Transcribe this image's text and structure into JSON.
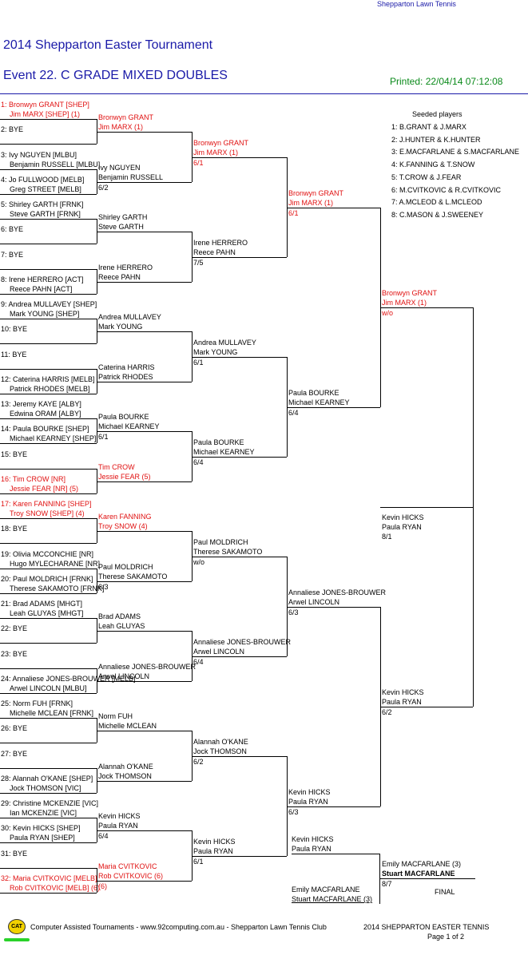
{
  "header": {
    "club_link": "Shepparton Lawn Tennis",
    "tournament_title": "2014 Shepparton Easter Tournament",
    "event_title": "Event 22. C GRADE MIXED DOUBLES",
    "printed": "Printed: 22/04/14 07:12:08"
  },
  "seeded": {
    "heading": "Seeded players",
    "items": [
      "1: B.GRANT & J.MARX",
      "2: J.HUNTER & K.HUNTER",
      "3: E.MACFARLANE & S.MACFARLANE",
      "4: K.FANNING & T.SNOW",
      "5: T.CROW & J.FEAR",
      "6: M.CVITKOVIC & R.CVITKOVIC",
      "7: A.MCLEOD & L.MCLEOD",
      "8: C.MASON & J.SWEENEY"
    ]
  },
  "draw": [
    {
      "a": "1: Bronwyn GRANT [SHEP]",
      "b": "Jim MARX [SHEP] (1)",
      "red": true
    },
    {
      "a": "2: BYE"
    },
    {
      "a": "3: Ivy NGUYEN [MLBU]",
      "b": "Benjamin RUSSELL [MLBU]"
    },
    {
      "a": "4: Jo FULLWOOD [MELB]",
      "b": "Greg STREET [MELB]"
    },
    {
      "a": "5: Shirley GARTH [FRNK]",
      "b": "Steve GARTH [FRNK]"
    },
    {
      "a": "6: BYE"
    },
    {
      "a": "7: BYE"
    },
    {
      "a": "8: Irene HERRERO [ACT]",
      "b": "Reece PAHN [ACT]"
    },
    {
      "a": "9: Andrea MULLAVEY [SHEP]",
      "b": "Mark YOUNG [SHEP]"
    },
    {
      "a": "10: BYE"
    },
    {
      "a": "11: BYE"
    },
    {
      "a": "12: Caterina HARRIS [MELB]",
      "b": "Patrick RHODES [MELB]"
    },
    {
      "a": "13: Jeremy KAYE [ALBY]",
      "b": "Edwina ORAM [ALBY]"
    },
    {
      "a": "14: Paula BOURKE [SHEP]",
      "b": "Michael KEARNEY [SHEP]"
    },
    {
      "a": "15: BYE"
    },
    {
      "a": "16: Tim CROW [NR]",
      "b": "Jessie FEAR [NR] (5)",
      "red": true
    },
    {
      "a": "17: Karen FANNING [SHEP]",
      "b": "Troy SNOW [SHEP] (4)",
      "red": true
    },
    {
      "a": "18: BYE"
    },
    {
      "a": "19: Olivia MCCONCHIE [NR]",
      "b": "Hugo MYLECHARANE [NR]"
    },
    {
      "a": "20: Paul MOLDRICH [FRNK]",
      "b": "Therese SAKAMOTO [FRNK]"
    },
    {
      "a": "21: Brad ADAMS [MHGT]",
      "b": "Leah GLUYAS [MHGT]"
    },
    {
      "a": "22: BYE"
    },
    {
      "a": "23: BYE"
    },
    {
      "a": "24: Annaliese JONES-BROUWER [MELB]",
      "b": "Arwel LINCOLN [MLBU]"
    },
    {
      "a": "25: Norm FUH [FRNK]",
      "b": "Michelle MCLEAN [FRNK]"
    },
    {
      "a": "26: BYE"
    },
    {
      "a": "27: BYE"
    },
    {
      "a": "28: Alannah O'KANE [SHEP]",
      "b": "Jock THOMSON [VIC]"
    },
    {
      "a": "29: Christine MCKENZIE [VIC]",
      "b": "Ian MCKENZIE [VIC]"
    },
    {
      "a": "30: Kevin HICKS [SHEP]",
      "b": "Paula RYAN [SHEP]"
    },
    {
      "a": "31: BYE"
    },
    {
      "a": "32: Maria CVITKOVIC [MELB]",
      "b": "Rob CVITKOVIC [MELB] (6)",
      "red": true
    }
  ],
  "r2": [
    {
      "a": "Bronwyn GRANT",
      "b": "Jim MARX (1)",
      "red": true
    },
    {
      "a": "Ivy NGUYEN",
      "b": "Benjamin RUSSELL",
      "s": "6/2"
    },
    {
      "a": "Shirley GARTH",
      "b": "Steve GARTH"
    },
    {
      "a": "Irene HERRERO",
      "b": "Reece PAHN"
    },
    {
      "a": "Andrea MULLAVEY",
      "b": "Mark YOUNG"
    },
    {
      "a": "Caterina HARRIS",
      "b": "Patrick RHODES"
    },
    {
      "a": "Paula BOURKE",
      "b": "Michael KEARNEY",
      "s": "6/1"
    },
    {
      "a": "Tim CROW",
      "b": "Jessie FEAR (5)",
      "red": true
    },
    {
      "a": "Karen FANNING",
      "b": "Troy SNOW (4)",
      "red": true
    },
    {
      "a": "Paul MOLDRICH",
      "b": "Therese SAKAMOTO",
      "s": "6/3"
    },
    {
      "a": "Brad ADAMS",
      "b": "Leah GLUYAS"
    },
    {
      "a": "Annaliese JONES-BROUWER",
      "b": "Arwel LINCOLN"
    },
    {
      "a": "Norm FUH",
      "b": "Michelle MCLEAN"
    },
    {
      "a": "Alannah O'KANE",
      "b": "Jock THOMSON"
    },
    {
      "a": "Kevin HICKS",
      "b": "Paula RYAN",
      "s": "6/4"
    },
    {
      "a": "Maria CVITKOVIC",
      "b": "Rob CVITKOVIC (6)",
      "s": "(6)",
      "red": true
    }
  ],
  "r3": [
    {
      "a": "Bronwyn GRANT",
      "b": "Jim MARX (1)",
      "s": "6/1",
      "red": true
    },
    {
      "a": "Irene HERRERO",
      "b": "Reece PAHN",
      "s": "7/5"
    },
    {
      "a": "Andrea MULLAVEY",
      "b": "Mark YOUNG",
      "s": "6/1"
    },
    {
      "a": "Paula BOURKE",
      "b": "Michael KEARNEY",
      "s": "6/4"
    },
    {
      "a": "Paul MOLDRICH",
      "b": "Therese SAKAMOTO",
      "s": "w/o"
    },
    {
      "a": "Annaliese JONES-BROUWER",
      "b": "Arwel LINCOLN",
      "s": "6/4"
    },
    {
      "a": "Alannah O'KANE",
      "b": "Jock THOMSON",
      "s": "6/2"
    },
    {
      "a": "Kevin HICKS",
      "b": "Paula RYAN",
      "s": "6/1"
    }
  ],
  "r4": [
    {
      "a": "Bronwyn GRANT",
      "b": "Jim MARX (1)",
      "s": "6/1",
      "red": true
    },
    {
      "a": "Paula BOURKE",
      "b": "Michael KEARNEY",
      "s": "6/4"
    },
    {
      "a": "Annaliese JONES-BROUWER",
      "b": "Arwel LINCOLN",
      "s": "6/3"
    },
    {
      "a": "Kevin HICKS",
      "b": "Paula RYAN",
      "s": "6/3"
    }
  ],
  "r5": [
    {
      "a": "Bronwyn GRANT",
      "b": "Jim MARX (1)",
      "s": "w/o",
      "red": true
    },
    {
      "a": "Kevin HICKS",
      "b": "Paula RYAN",
      "s": "6/2"
    }
  ],
  "r6": {
    "a": "Kevin HICKS",
    "b": "Paula RYAN",
    "s": "8/1"
  },
  "final_block": {
    "bottom_a": "Kevin HICKS",
    "bottom_b": "Paula RYAN",
    "emily_a": "Emily MACFARLANE",
    "emily_b": "Stuart MACFARLANE (3)",
    "result_a": "Emily MACFARLANE (3)",
    "result_b": "Stuart MACFARLANE",
    "score": "8/7",
    "label": "FINAL"
  },
  "footer": {
    "cat_logo": "CAT",
    "credits": "Computer Assisted Tournaments - www.92computing.com.au -  Shepparton Lawn Tennis Club",
    "event_name": "2014 SHEPPARTON EASTER TENNIS",
    "page": "Page 1 of 2"
  }
}
